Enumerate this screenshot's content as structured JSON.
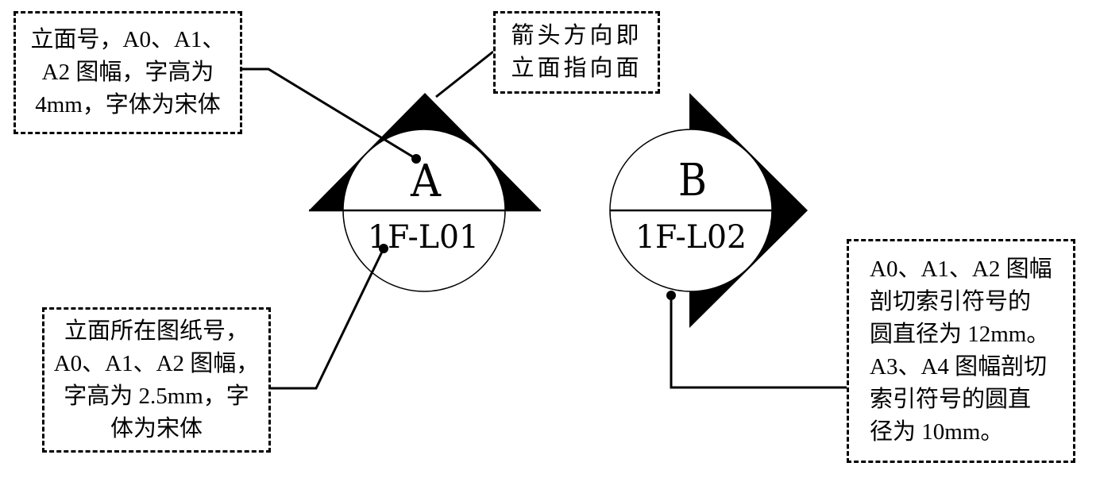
{
  "colors": {
    "ink": "#000000",
    "paper": "#ffffff"
  },
  "symbols": [
    {
      "id": "A",
      "letter": "A",
      "sheet": "1F-L01",
      "arrow_direction": "up"
    },
    {
      "id": "B",
      "letter": "B",
      "sheet": "1F-L02",
      "arrow_direction": "right"
    }
  ],
  "notes": {
    "elevation_id": {
      "lines": [
        "立面号，A0、A1、",
        "A2 图幅，字高为",
        "4mm，字体为宋体"
      ]
    },
    "arrow_direction": {
      "lines": [
        "箭头方向即",
        "立面指向面"
      ]
    },
    "sheet_number": {
      "lines": [
        "立面所在图纸号，",
        "A0、A1、A2 图幅，",
        "字高为 2.5mm，字",
        "体为宋体"
      ]
    },
    "circle_diameter": {
      "lines": [
        "A0、A1、A2 图幅",
        "剖切索引符号的",
        "圆直径为 12mm。",
        "A3、A4 图幅剖切",
        "索引符号的圆直",
        "径为 10mm。"
      ]
    }
  }
}
